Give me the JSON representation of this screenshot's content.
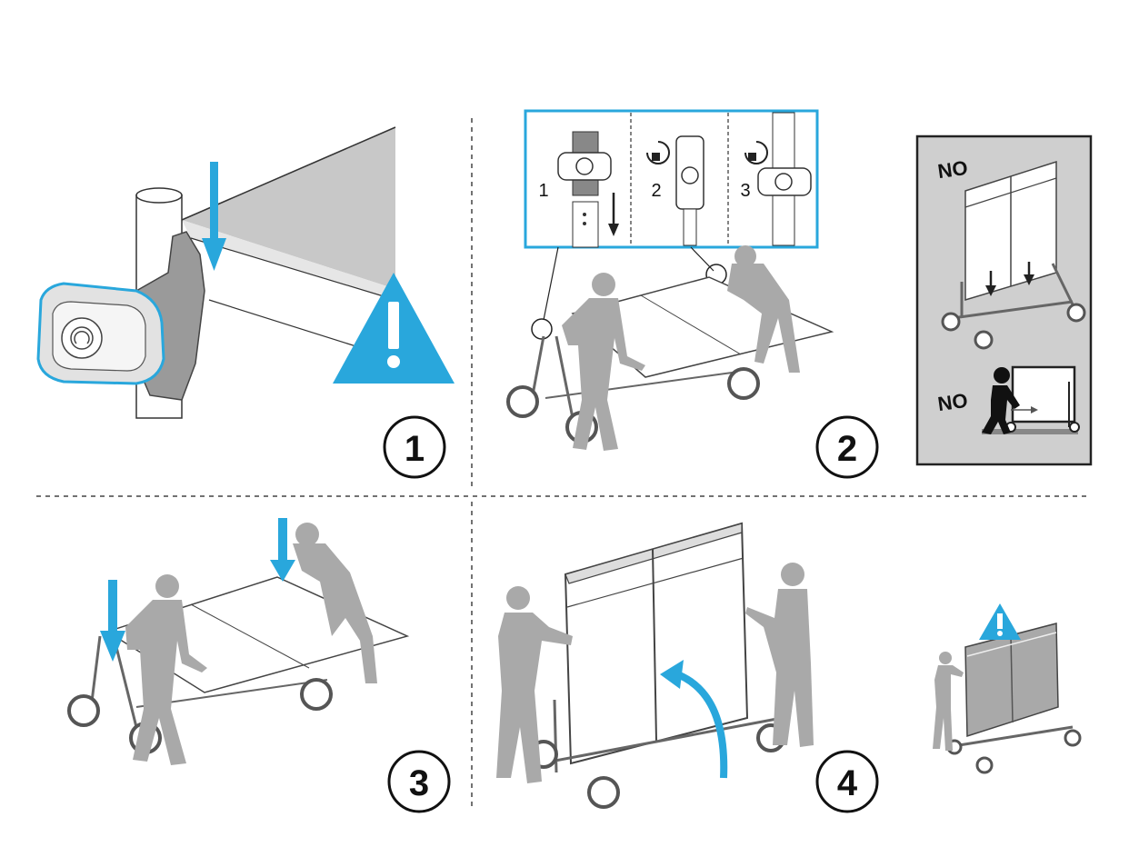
{
  "steps": [
    {
      "number": "1"
    },
    {
      "number": "2"
    },
    {
      "number": "3"
    },
    {
      "number": "4"
    }
  ],
  "inset_steps": [
    "1",
    "2",
    "3"
  ],
  "no_panel": {
    "label_top": "NO",
    "label_bottom": "NO"
  },
  "colors": {
    "accent": "#29a7dc",
    "figure": "#a9a9a9",
    "figure_dark": "#8f8f8f",
    "panel_bg": "#cfcfcf",
    "line": "#333333"
  },
  "icons": [
    "warning-icon",
    "down-arrow-icon",
    "curved-arrow-icon",
    "rotate-lock-icon",
    "rotate-unlock-icon"
  ]
}
